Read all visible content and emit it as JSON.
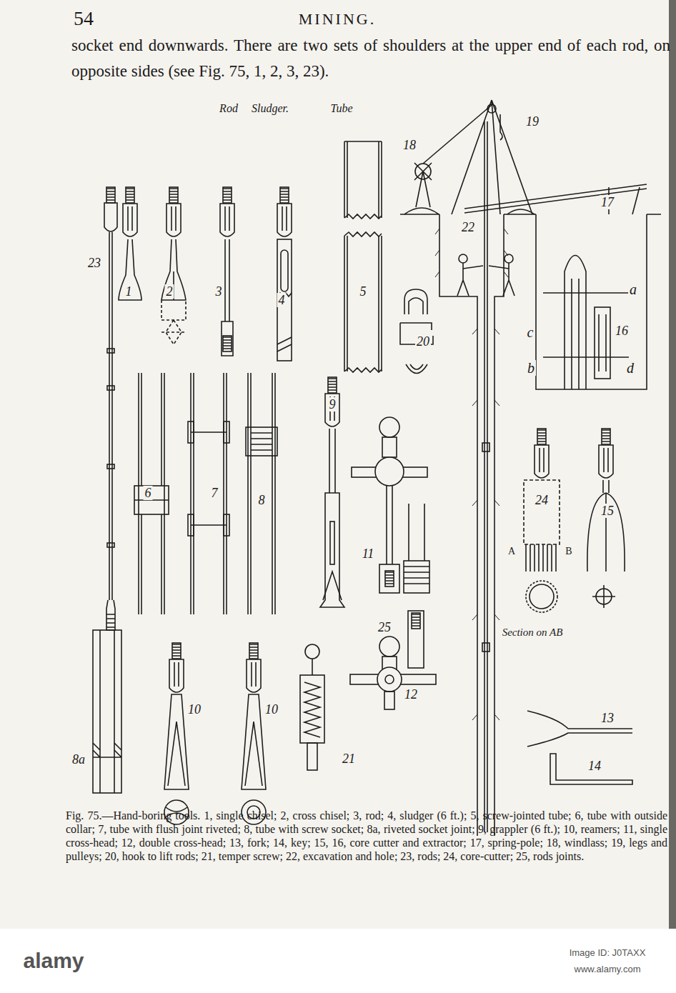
{
  "diagram": {
    "title": "MINING.",
    "caption": "Fig. 75.—Hand-boring tools. 1, single chisel; 2, cross chisel; 3, rod; 4, sludger (6 ft.); 5, screw-jointed tube; 6, tube with outside collar; 7, tube with flush joint riveted; 8, tube with screw socket; 8a, riveted socket joint; 9, grappler (6 ft.); 10, reamers; 11, single cross-head; 12, double cross-head; 13, fork; 14, key; 15, 16, core cutter and extractor; 17, spring-pole; 18, windlass; 19, legs and pulleys; 20, hook to lift rods; 21, temper screw; 22, excavation and hole; 23, rods; 24, core-cutter; 25, rods joints.",
    "labels": [
      "54",
      "socket end downwards. There are two sets of shoulders at the upper end of each rod, on opposite sides (see Fig. 75, 1, 2, 3, 23).",
      "Rod",
      "Sludger.",
      "Tube",
      "23",
      "1",
      "2",
      "3",
      "4",
      "5",
      "18",
      "19",
      "17",
      "22",
      "20",
      "16",
      "a",
      "c",
      "b",
      "d",
      "6",
      "7",
      "8",
      "9",
      "11",
      "24",
      "15",
      "25",
      "A",
      "B",
      "Section on AB",
      "13",
      "14",
      "8a",
      "10",
      "10",
      "21",
      "12",
      "alamy",
      "Image ID: J0TAXX",
      "www.alamy.com"
    ]
  }
}
